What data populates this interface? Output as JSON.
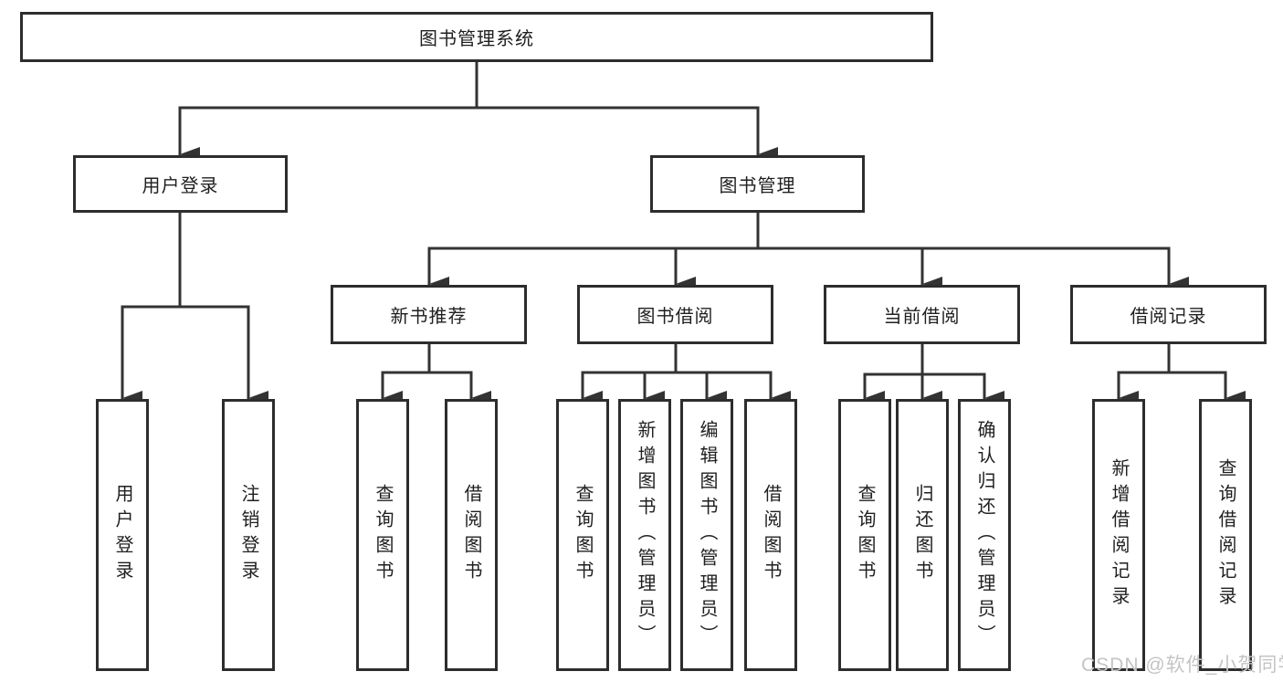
{
  "colors": {
    "line": "#333333",
    "box_border": "#2d2d2d",
    "box_background": "#ffffff",
    "text": "#1f1f1f",
    "watermark": "#c4c4c4",
    "page_background": "#ffffff"
  },
  "watermark": {
    "text": "CSDN @软件_小贺同学"
  },
  "tree": {
    "root": {
      "label": "图书管理系统"
    },
    "branches": [
      {
        "label": "用户登录",
        "children": [
          {
            "label": "用户登录"
          },
          {
            "label": "注销登录"
          }
        ]
      },
      {
        "label": "图书管理",
        "children": [
          {
            "label": "新书推荐",
            "children": [
              {
                "label": "查询图书"
              },
              {
                "label": "借阅图书"
              }
            ]
          },
          {
            "label": "图书借阅",
            "children": [
              {
                "label": "查询图书"
              },
              {
                "label": "新增图书（管理员）"
              },
              {
                "label": "编辑图书（管理员）"
              },
              {
                "label": "借阅图书"
              }
            ]
          },
          {
            "label": "当前借阅",
            "children": [
              {
                "label": "查询图书"
              },
              {
                "label": "归还图书"
              },
              {
                "label": "确认归还（管理员）"
              }
            ]
          },
          {
            "label": "借阅记录",
            "children": [
              {
                "label": "新增借阅记录"
              },
              {
                "label": "查询借阅记录"
              }
            ]
          }
        ]
      }
    ]
  }
}
